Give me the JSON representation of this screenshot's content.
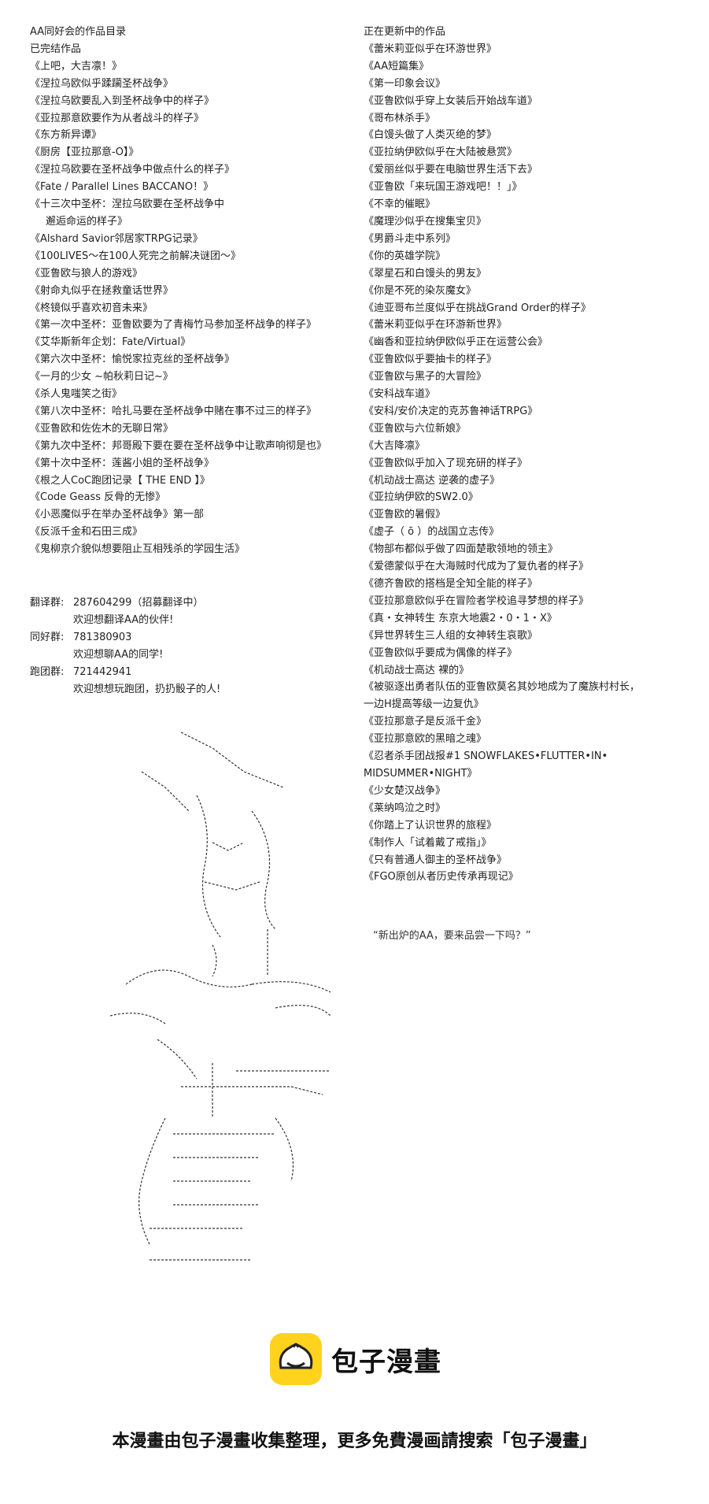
{
  "left": {
    "heading": "AA同好会的作品目录",
    "subheading": "已完结作品",
    "items": [
      "《上吧，大吉凛！》",
      "《涅拉乌欧似乎蹂躏圣杯战争》",
      "《涅拉乌欧要乱入到圣杯战争中的样子》",
      "《亚拉那意欧要作为从者战斗的样子》",
      "《东方新异谭》",
      "《厨房【亚拉那意-O】》",
      "《涅拉乌欧要在圣杯战争中做点什么的样子》",
      "《Fate / Parallel Lines BACCANO！》",
      "《十三次中圣杯：涅拉乌欧要在圣杯战争中",
      "邂逅命运的样子》",
      "《Alshard Savior邻居家TRPG记录》",
      "《100LIVES～在100人死完之前解决谜团～》",
      "《亚鲁欧与狼人的游戏》",
      "《射命丸似乎在拯救童话世界》",
      "《柊镜似乎喜欢初音未来》",
      "《第一次中圣杯：亚鲁欧要为了青梅竹马参加圣杯战争的样子》",
      "《艾华斯新年企划：Fate/Virtual》",
      "《第六次中圣杯：愉悦家拉克丝的圣杯战争》",
      "《一月的少女 ~帕秋莉日记~》",
      "《杀人鬼嗤笑之街》",
      "《第八次中圣杯：哈扎马要在圣杯战争中赌在事不过三的样子》",
      "《亚鲁欧和佐佐木的无聊日常》",
      "《第九次中圣杯：邦哥殿下要在要在圣杯战争中让歌声响彻是也》",
      "《第十次中圣杯：莲酱小姐的圣杯战争》",
      "《根之人CoC跑团记录【 THE END 】》",
      "《Code Geass 反骨的无惨》",
      "《小恶魔似乎在举办圣杯战争》第一部",
      "《反派千金和石田三成》",
      "《鬼柳京介貌似想要阻止互相残杀的学园生活》"
    ]
  },
  "right": {
    "heading": "正在更新中的作品",
    "items": [
      "《蕾米莉亚似乎在环游世界》",
      "《AA短篇集》",
      "《第一印象会议》",
      "《亚鲁欧似乎穿上女装后开始战车道》",
      "《哥布林杀手》",
      "《白馒头做了人类灭绝的梦》",
      "《亚拉纳伊欧似乎在大陆被悬赏》",
      "《爱丽丝似乎要在电脑世界生活下去》",
      "《亚鲁欧「来玩国王游戏吧！！」》",
      "《不幸的催眠》",
      "《魔理沙似乎在搜集宝贝》",
      "《男爵斗走中系列》",
      "《你的英雄学院》",
      "《翠星石和白馒头的男友》",
      "《你是不死的染灰魔女》",
      "《迪亚哥布兰度似乎在挑战Grand Order的样子》",
      "《蕾米莉亚似乎在环游新世界》",
      "《幽香和亚拉纳伊欧似乎正在运营公会》",
      "《亚鲁欧似乎要抽卡的样子》",
      "《亚鲁欧与黑子的大冒险》",
      "《安科战车道》",
      "《安科/安价决定的克苏鲁神话TRPG》",
      "《亚鲁欧与六位新娘》",
      "《大吉降凛》",
      "《亚鲁欧似乎加入了现充研的样子》",
      "《机动战士高达 逆袭的虚子》",
      "《亚拉纳伊欧的SW2.0》",
      "《亚鲁欧的暑假》",
      "《虚子（ ō ）的战国立志传》",
      "《物部布都似乎做了四面楚歌领地的领主》",
      "《爱德蒙似乎在大海贼时代成为了复仇者的样子》",
      "《德齐鲁欧的搭档是全知全能的样子》",
      "《亚拉那意欧似乎在冒险者学校追寻梦想的样子》",
      "《真・女神转生 东京大地震2・0・1・X》",
      "《异世界转生三人组的女神转生哀歌》",
      "《亚鲁欧似乎要成为偶像的样子》",
      "《机动战士高达 裸的》",
      "《被驱逐出勇者队伍的亚鲁欧莫名其妙地成为了魔族村村长，",
      "一边H提高等级一边复仇》",
      "《亚拉那意子是反派千金》",
      "《亚拉那意欧的黑暗之魂》",
      "《忍者杀手团战报#1 SNOWFLAKES•FLUTTER•IN•",
      "MIDSUMMER•NIGHT》",
      "《少女楚汉战争》",
      "《莱纳鸣泣之时》",
      "《你踏上了认识世界的旅程》",
      "《制作人「试着戴了戒指」》",
      "《只有普通人御主的圣杯战争》",
      "《FGO原创从者历史传承再现记》"
    ]
  },
  "groups": {
    "translate": {
      "label": "翻译群:",
      "number": "287604299（招募翻译中）",
      "desc": "欢迎想翻译AA的伙伴!"
    },
    "fans": {
      "label": "同好群:",
      "number": "781380903",
      "desc": "欢迎想聊AA的同学!"
    },
    "trpg": {
      "label": "跑团群:",
      "number": "721442941",
      "desc": "欢迎想想玩跑团，扔扔骰子的人!"
    }
  },
  "quote": "“新出炉的AA，要来品尝一下吗？”",
  "footer": {
    "brand": "包子漫畫",
    "note": "本漫畫由包子漫畫收集整理，更多免費漫画請搜索「包子漫畫」",
    "logo_color": "#ffd21e"
  }
}
